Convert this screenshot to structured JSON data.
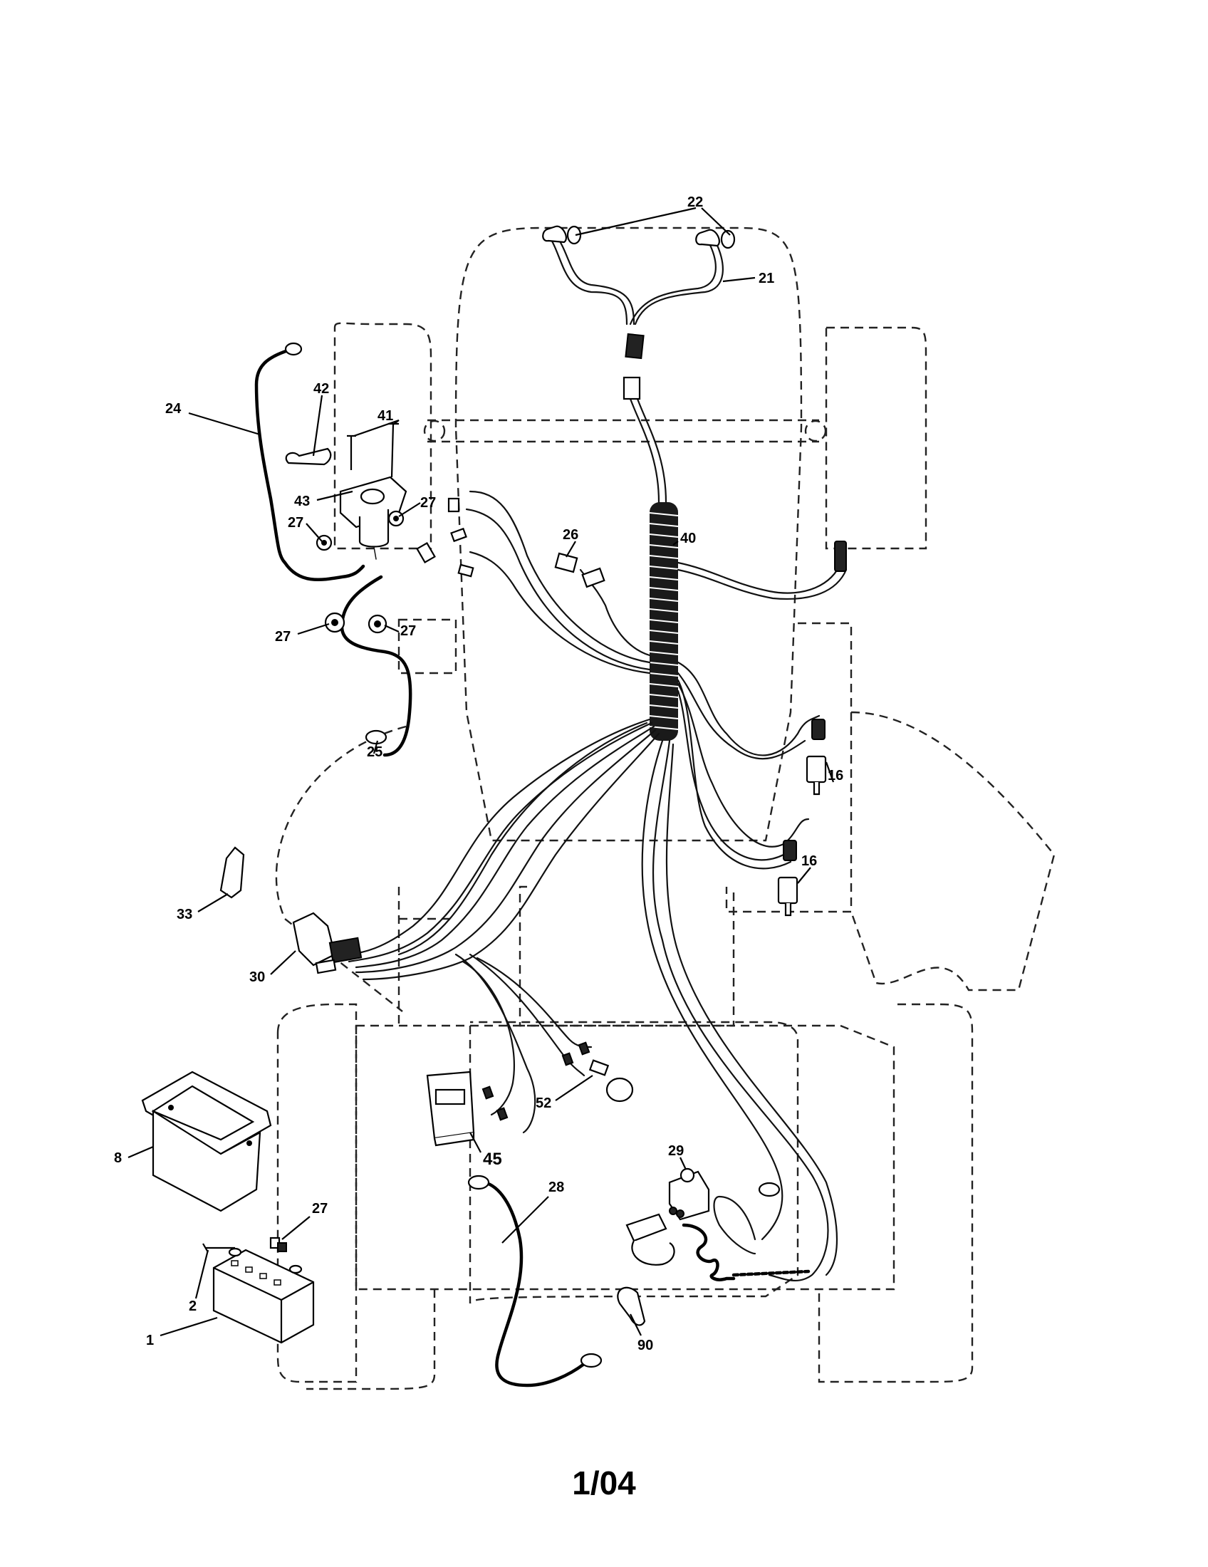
{
  "page_number": "1/04",
  "callouts": {
    "c1": "1",
    "c2": "2",
    "c8": "8",
    "c16a": "16",
    "c16b": "16",
    "c21": "21",
    "c22": "22",
    "c24": "24",
    "c25": "25",
    "c26": "26",
    "c27a": "27",
    "c27b": "27",
    "c27c": "27",
    "c27d": "27",
    "c27e": "27",
    "c28": "28",
    "c29": "29",
    "c30": "30",
    "c33": "33",
    "c40": "40",
    "c41": "41",
    "c42": "42",
    "c43": "43",
    "c45": "45",
    "c52": "52",
    "c90": "90"
  }
}
